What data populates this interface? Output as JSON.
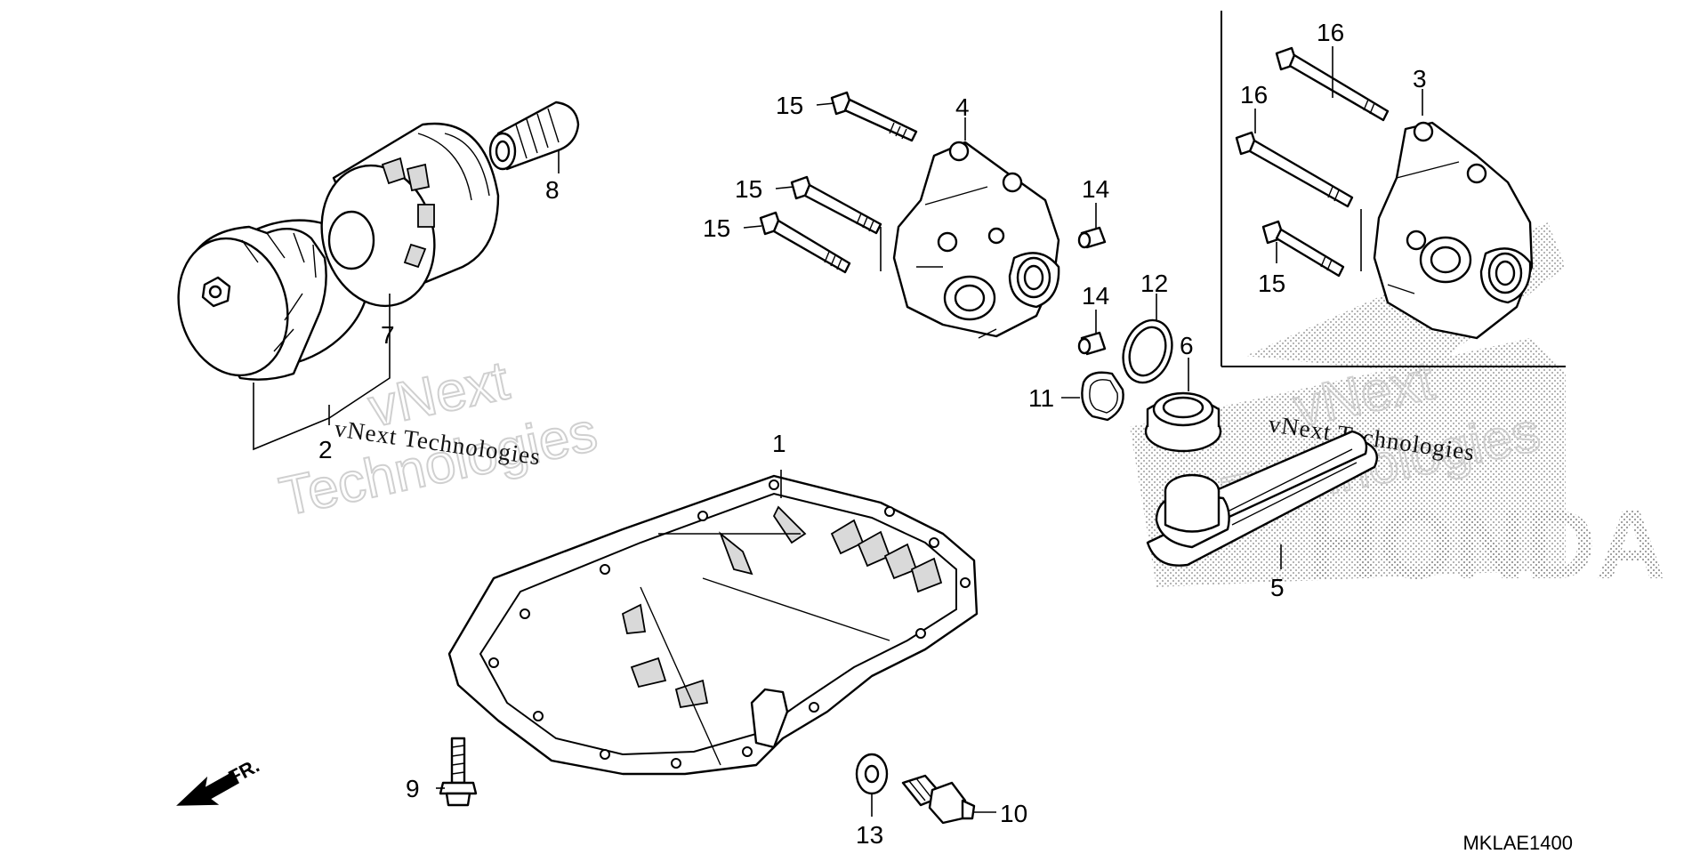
{
  "diagram": {
    "callouts": {
      "c1": "1",
      "c2": "2",
      "c3": "3",
      "c4": "4",
      "c5": "5",
      "c6": "6",
      "c7": "7",
      "c8": "8",
      "c9": "9",
      "c10": "10",
      "c11": "11",
      "c12": "12",
      "c13": "13",
      "c14a": "14",
      "c14b": "14",
      "c15a": "15",
      "c15b": "15",
      "c15c": "15",
      "c15d": "15",
      "c16a": "16",
      "c16b": "16"
    },
    "front_label": "FR.",
    "diagram_code": "MKLAE1400",
    "watermark": {
      "brand_line1": "vNext",
      "brand_line2": "Technologies",
      "caption": "vNext Technologies",
      "shadow_text": "HONDA"
    },
    "colors": {
      "line": "#000000",
      "watermark": "#c8c8c8",
      "background": "#ffffff"
    }
  }
}
